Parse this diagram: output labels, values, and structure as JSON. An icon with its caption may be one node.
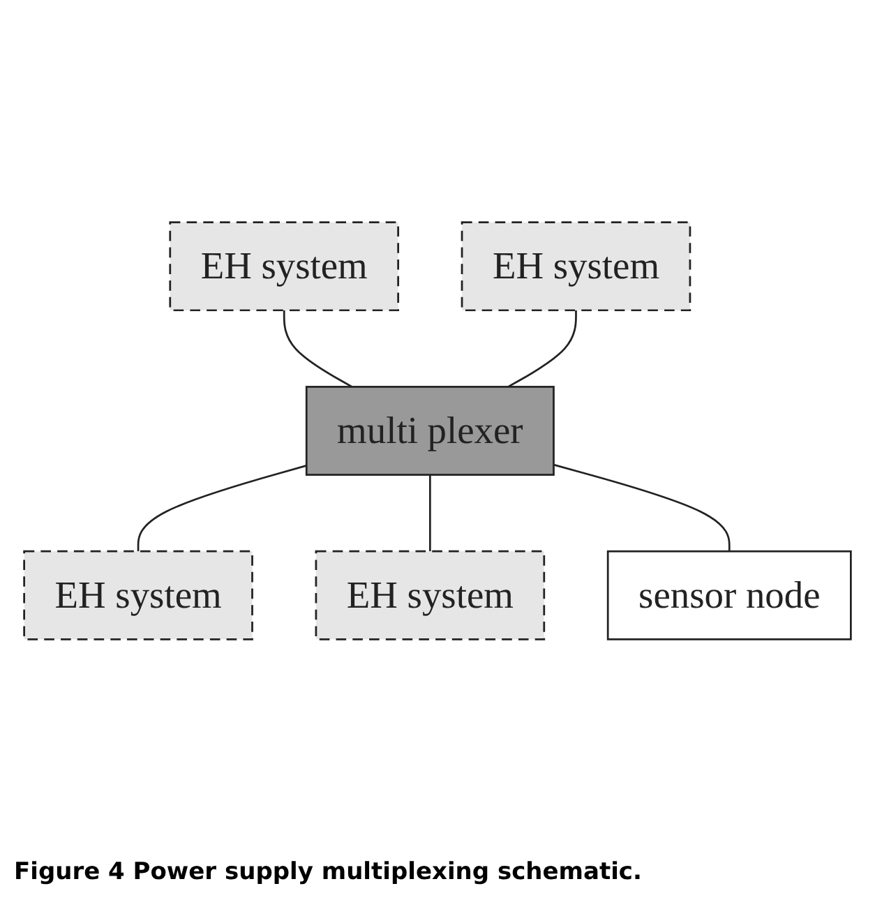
{
  "diagram": {
    "caption": "Figure 4 Power supply multiplexing schematic.",
    "nodes": [
      {
        "text": [
          "EH system"
        ]
      },
      {
        "text": [
          "EH system"
        ]
      },
      {
        "text": [
          "multi plexer"
        ]
      },
      {
        "text": [
          "EH system"
        ]
      },
      {
        "text": [
          "EH system"
        ]
      },
      {
        "text": [
          "sensor node"
        ]
      }
    ],
    "edges": [
      {
        "from": 0,
        "to": 2,
        "arrow": "none"
      },
      {
        "from": 1,
        "to": 2,
        "arrow": "none"
      },
      {
        "from": 2,
        "to": 3,
        "arrow": "none"
      },
      {
        "from": 2,
        "to": 4,
        "arrow": "none"
      },
      {
        "from": 2,
        "to": 5,
        "arrow": "none"
      }
    ]
  }
}
